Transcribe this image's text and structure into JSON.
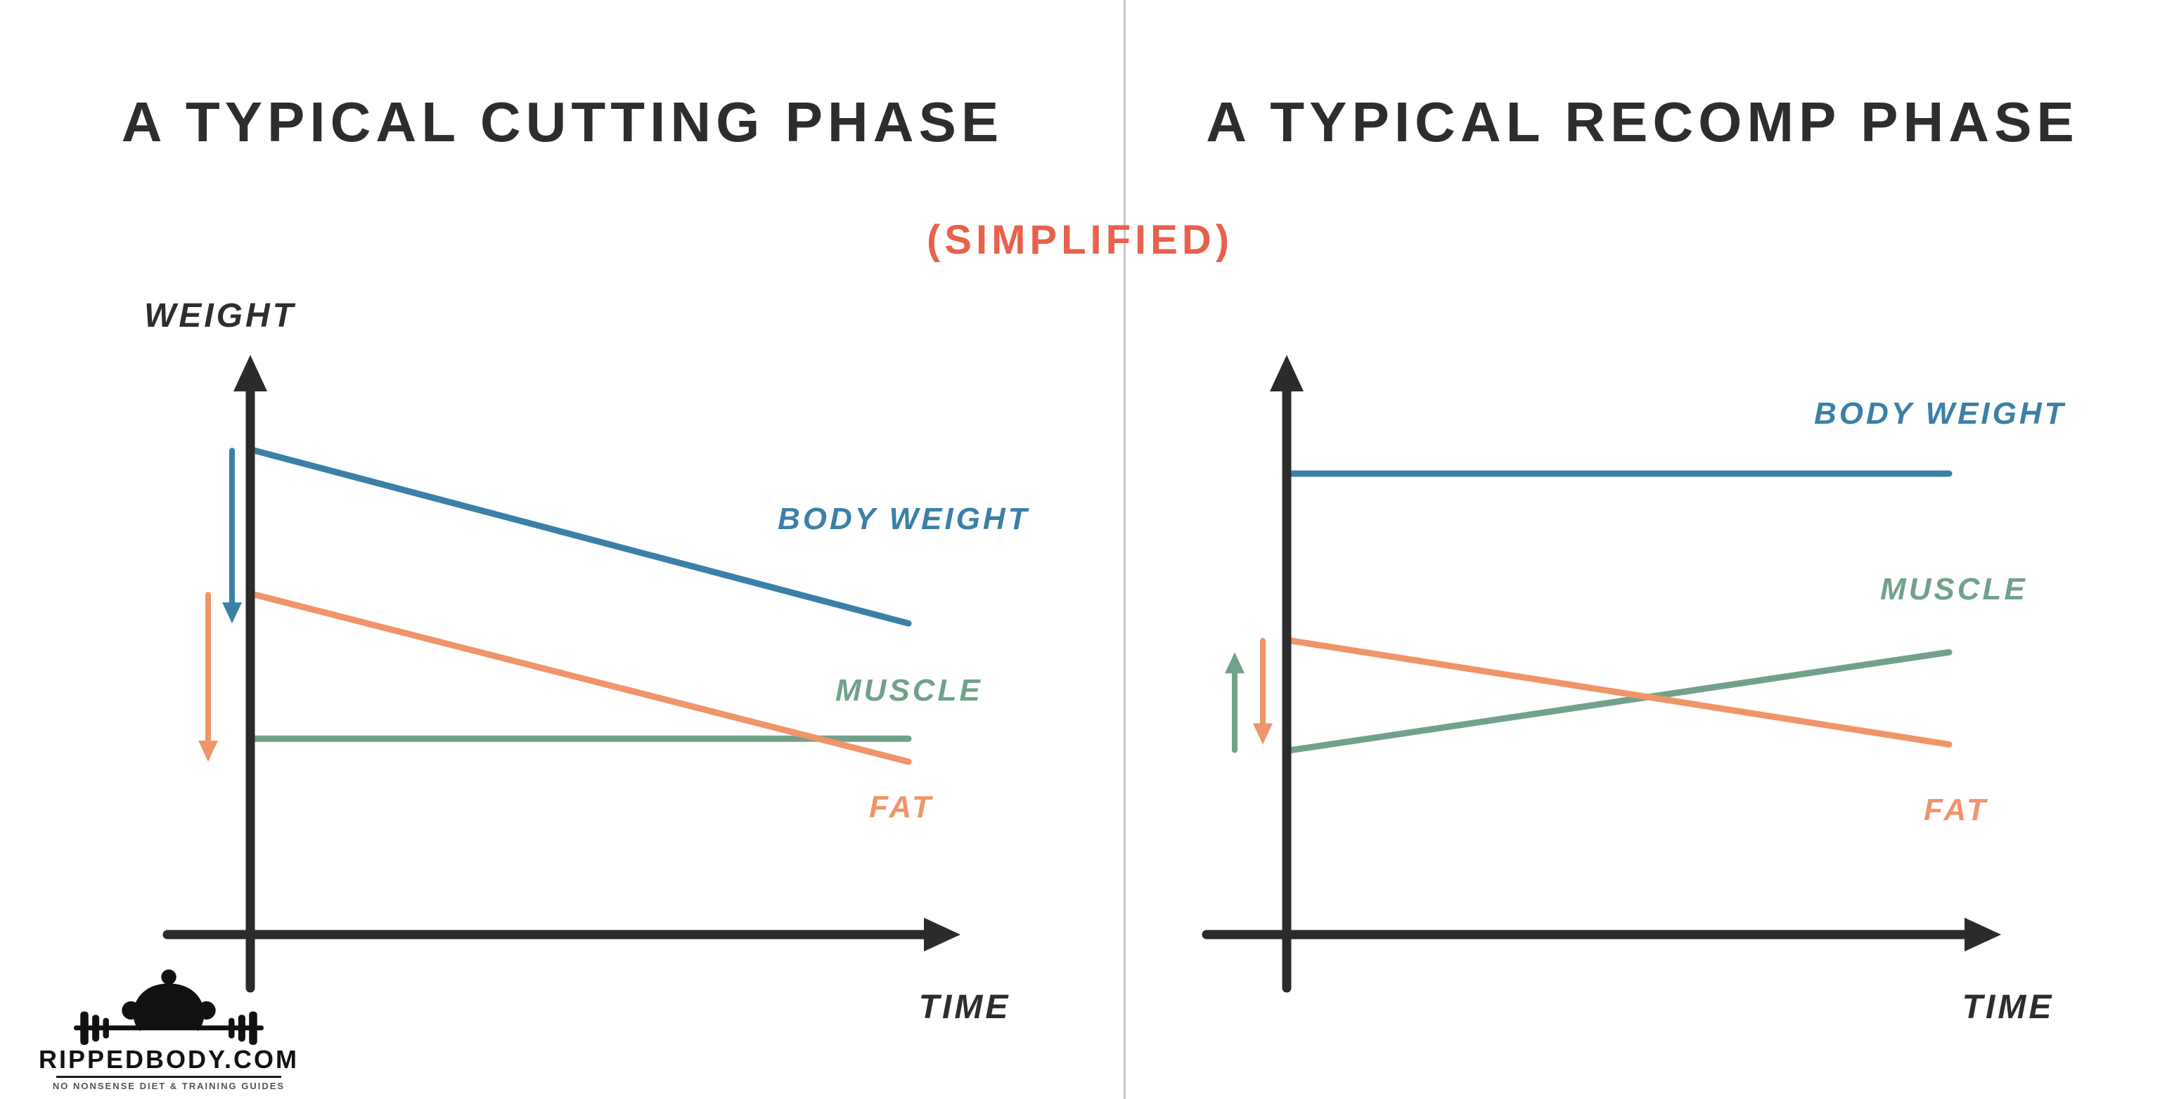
{
  "subtitle": "(SIMPLIFIED)",
  "colors": {
    "accent_red": "#e8614d",
    "axis": "#2b2b2b",
    "body_weight_blue": "#3b80a6",
    "muscle_green": "#72a18b",
    "fat_orange": "#f0946a",
    "divider_gray": "#c9c9c9"
  },
  "chart_data": [
    {
      "type": "line",
      "title": "A TYPICAL CUTTING PHASE",
      "xlabel": "TIME",
      "ylabel": "WEIGHT",
      "x": [
        0,
        1
      ],
      "ylim": [
        0,
        1
      ],
      "grid": false,
      "legend": "inline-labels",
      "series": [
        {
          "name": "BODY WEIGHT",
          "key": "body_weight",
          "values": [
            0.84,
            0.54
          ],
          "color": "#3b80a6"
        },
        {
          "name": "MUSCLE",
          "key": "muscle",
          "values": [
            0.34,
            0.34
          ],
          "color": "#72a18b"
        },
        {
          "name": "FAT",
          "key": "fat",
          "values": [
            0.59,
            0.3
          ],
          "color": "#f0946a"
        }
      ],
      "annotations": [
        {
          "type": "arrow",
          "series": "body_weight",
          "from": 0.84,
          "to": 0.54,
          "direction": "down"
        },
        {
          "type": "arrow",
          "series": "fat",
          "from": 0.59,
          "to": 0.3,
          "direction": "down"
        }
      ]
    },
    {
      "type": "line",
      "title": "A TYPICAL RECOMP PHASE",
      "xlabel": "TIME",
      "ylabel": "",
      "x": [
        0,
        1
      ],
      "ylim": [
        0,
        1
      ],
      "grid": false,
      "legend": "inline-labels",
      "series": [
        {
          "name": "BODY WEIGHT",
          "key": "body_weight",
          "values": [
            0.8,
            0.8
          ],
          "color": "#3b80a6"
        },
        {
          "name": "MUSCLE",
          "key": "muscle",
          "values": [
            0.32,
            0.49
          ],
          "color": "#72a18b"
        },
        {
          "name": "FAT",
          "key": "fat",
          "values": [
            0.51,
            0.33
          ],
          "color": "#f0946a"
        }
      ],
      "annotations": [
        {
          "type": "arrow",
          "series": "muscle",
          "from": 0.32,
          "to": 0.49,
          "direction": "up"
        },
        {
          "type": "arrow",
          "series": "fat",
          "from": 0.51,
          "to": 0.33,
          "direction": "down"
        }
      ]
    }
  ],
  "logo": {
    "brand": "RIPPEDBODY.COM",
    "tagline": "NO NONSENSE DIET & TRAINING GUIDES"
  }
}
